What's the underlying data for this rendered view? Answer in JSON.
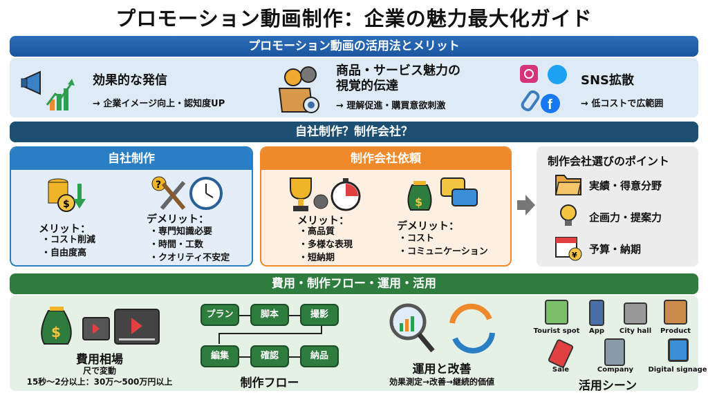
{
  "title": "プロモーション動画制作：企業の魅力最大化ガイド",
  "section1": {
    "banner": "プロモーション動画の活用法とメリット",
    "items": [
      {
        "title": "効果的な発信",
        "desc": "→ 企業イメージ向上・認知度UP",
        "icon": "megaphone-growth-icon"
      },
      {
        "title": "商品・サービス魅力の\n視覚的伝達",
        "title1": "商品・サービス魅力の",
        "title2": "視覚的伝達",
        "desc": "→ 理解促進・購買意欲刺激",
        "icon": "box-gears-eye-icon"
      },
      {
        "title": "SNS拡散",
        "desc": "→ 低コストで広範囲",
        "icon": "social-share-icon"
      }
    ]
  },
  "section2": {
    "banner": "自社制作？制作会社？",
    "inhouse": {
      "title": "自社制作",
      "merit_label": "メリット：",
      "merits": [
        "・コスト削減",
        "・自由度高"
      ],
      "demerit_label": "デメリット：",
      "demerits": [
        "・専門知識必要",
        "・時間・工数",
        "・クオリティ不安定"
      ]
    },
    "agency": {
      "title": "制作会社依頼",
      "merit_label": "メリット：",
      "merits": [
        "・高品質",
        "・多様な表現",
        "・短納期"
      ],
      "demerit_label": "デメリット：",
      "demerits": [
        "・コスト",
        "・コミュニケーション"
      ]
    },
    "points": {
      "title": "制作会社選びのポイント",
      "items": [
        "実績・得意分野",
        "企画力・提案力",
        "予算・納期"
      ]
    }
  },
  "section3": {
    "banner": "費用・制作フロー・運用・活用",
    "cost": {
      "title": "費用相場",
      "line1": "尺で変動",
      "line2": "15秒〜2分以上：30万〜500万円以上"
    },
    "flow": {
      "title": "制作フロー",
      "steps": [
        "プラン",
        "脚本",
        "撮影",
        "編集",
        "確認",
        "納品"
      ]
    },
    "ops": {
      "title": "運用と改善",
      "desc": "効果測定→改善→継続的価値"
    },
    "scenes": {
      "title": "活用シーン",
      "items": [
        "Tourist spot",
        "App",
        "City hall",
        "Product",
        "Sale",
        "Company",
        "Digital signage"
      ]
    }
  },
  "colors": {
    "blue": "#2a7fc4",
    "navy": "#1d4f73",
    "orange": "#ef8a2c",
    "green": "#2e7d3f"
  }
}
